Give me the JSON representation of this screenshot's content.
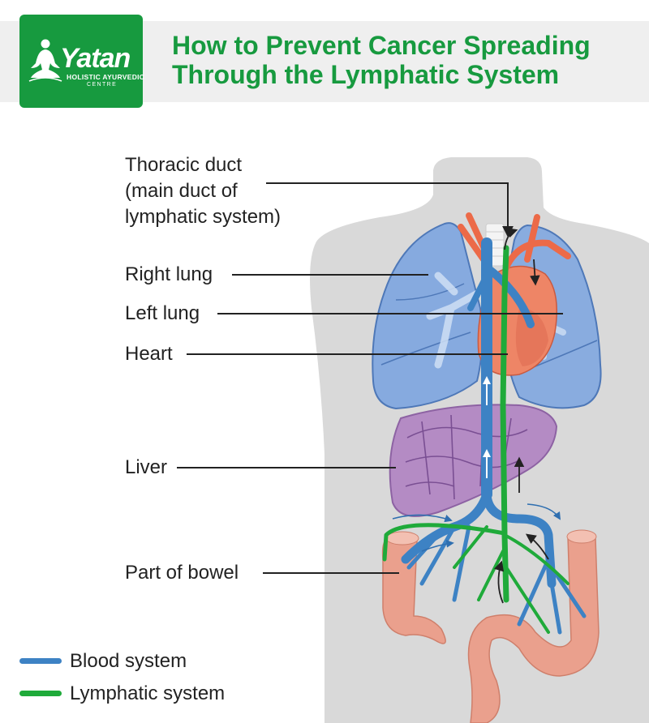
{
  "logo": {
    "name": "Yatan",
    "subtitle": "HOLISTIC AYURVEDIC",
    "subtitle2": "CENTRE"
  },
  "title": {
    "line1": "How to Prevent Cancer Spreading",
    "line2": "Through the Lymphatic System"
  },
  "labels": {
    "thoracic_1": "Thoracic duct",
    "thoracic_2": "(main duct of",
    "thoracic_3": "lymphatic system)",
    "right_lung": "Right lung",
    "left_lung": "Left lung",
    "heart": "Heart",
    "liver": "Liver",
    "bowel": "Part of bowel"
  },
  "legend": [
    {
      "label": "Blood system",
      "color": "#3d82c4"
    },
    {
      "label": "Lymphatic system",
      "color": "#1faa3a"
    }
  ],
  "colors": {
    "brand": "#179a3f",
    "body_silhouette": "#d9d9d9",
    "lung": "#7fa6df",
    "heart": "#ee8566",
    "liver": "#b48bc4",
    "bowel": "#eaa08d",
    "blood": "#3d82c4",
    "lymph": "#1faa3a",
    "artery": "#ec6a48"
  }
}
